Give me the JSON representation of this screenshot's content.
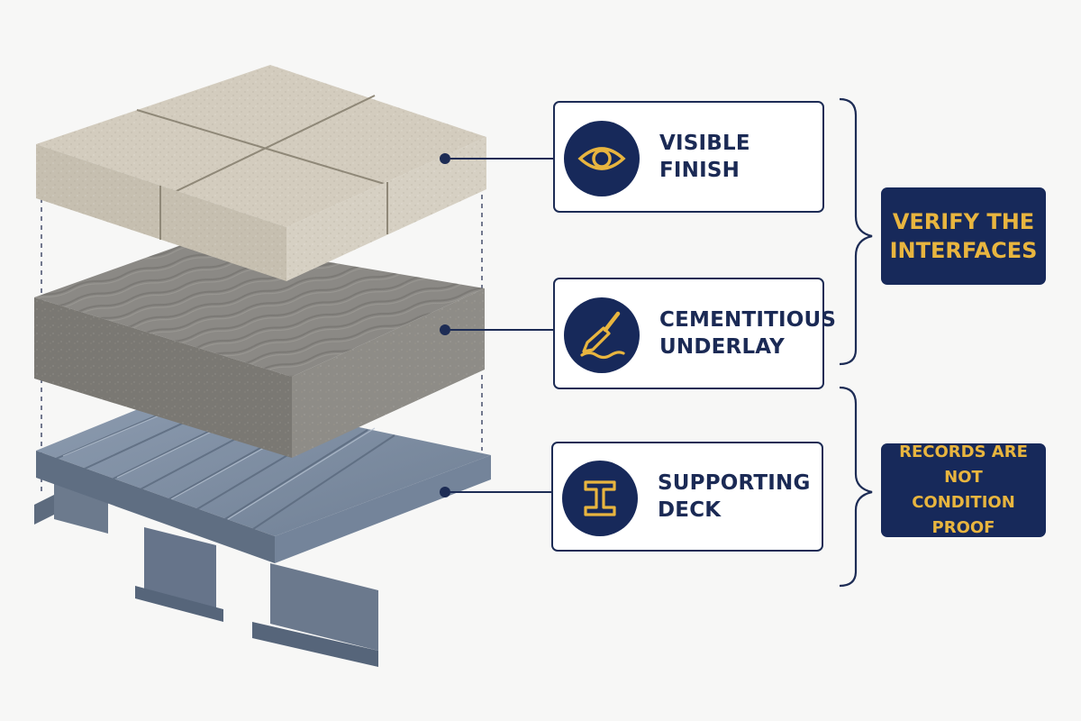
{
  "layers": [
    {
      "id": "finish",
      "label": "VISIBLE FINISH",
      "icon": "eye-icon"
    },
    {
      "id": "underlay",
      "label": "CEMENTITIOUS\nUNDERLAY",
      "icon": "trowel-icon"
    },
    {
      "id": "deck",
      "label": "SUPPORTING\nDECK",
      "icon": "i-beam-icon"
    }
  ],
  "callouts": [
    {
      "id": "verify",
      "text": "VERIFY THE\nINTERFACES"
    },
    {
      "id": "records",
      "text": "RECORDS ARE NOT\nCONDITION PROOF"
    }
  ],
  "colors": {
    "navy": "#17295a",
    "gold": "#e8b53f",
    "background": "#f7f7f6",
    "stone": "#cdc6b8",
    "mortar": "#8a8884",
    "steel": "#7e8ea3"
  }
}
